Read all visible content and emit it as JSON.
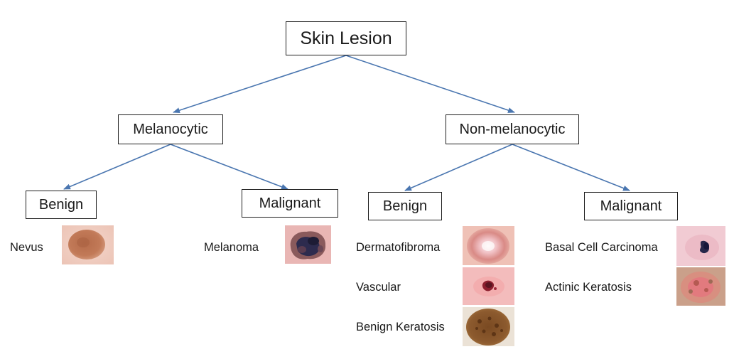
{
  "tree": {
    "root": {
      "label": "Skin Lesion"
    },
    "melanocytic": {
      "label": "Melanocytic",
      "benign": {
        "label": "Benign",
        "items": [
          {
            "name": "Nevus",
            "icon": "nevus-lesion-image"
          }
        ]
      },
      "malignant": {
        "label": "Malignant",
        "items": [
          {
            "name": "Melanoma",
            "icon": "melanoma-lesion-image"
          }
        ]
      }
    },
    "non_melanocytic": {
      "label": "Non-melanocytic",
      "benign": {
        "label": "Benign",
        "items": [
          {
            "name": "Dermatofibroma",
            "icon": "dermatofibroma-lesion-image"
          },
          {
            "name": "Vascular",
            "icon": "vascular-lesion-image"
          },
          {
            "name": "Benign Keratosis",
            "icon": "benign-keratosis-lesion-image"
          }
        ]
      },
      "malignant": {
        "label": "Malignant",
        "items": [
          {
            "name": "Basal Cell Carcinoma",
            "icon": "basal-cell-carcinoma-lesion-image"
          },
          {
            "name": "Actinic Keratosis",
            "icon": "actinic-keratosis-lesion-image"
          }
        ]
      }
    }
  },
  "colors": {
    "arrow": "#4a76b0",
    "box_border": "#1f1f1f",
    "text": "#1a1a1a"
  }
}
